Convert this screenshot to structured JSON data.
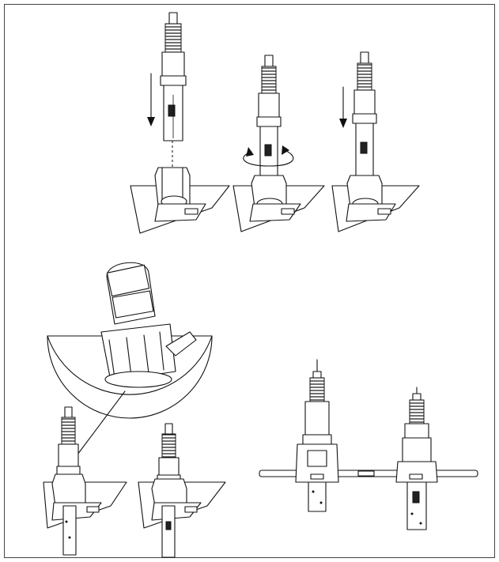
{
  "figure": {
    "panels": [
      {
        "name": "step-insert-sensor"
      },
      {
        "name": "step-rotate-sensor"
      },
      {
        "name": "step-push-down-sensor"
      },
      {
        "name": "detail-magnified-clip"
      },
      {
        "name": "sensor-mounted-on-sheet"
      },
      {
        "name": "sensor-mounted-on-sheet-back"
      },
      {
        "name": "sensor-on-crossbar-front"
      },
      {
        "name": "sensor-on-crossbar-back"
      }
    ],
    "colors": {
      "line": "#111111",
      "background": "#ffffff",
      "frame": "#444444"
    }
  }
}
